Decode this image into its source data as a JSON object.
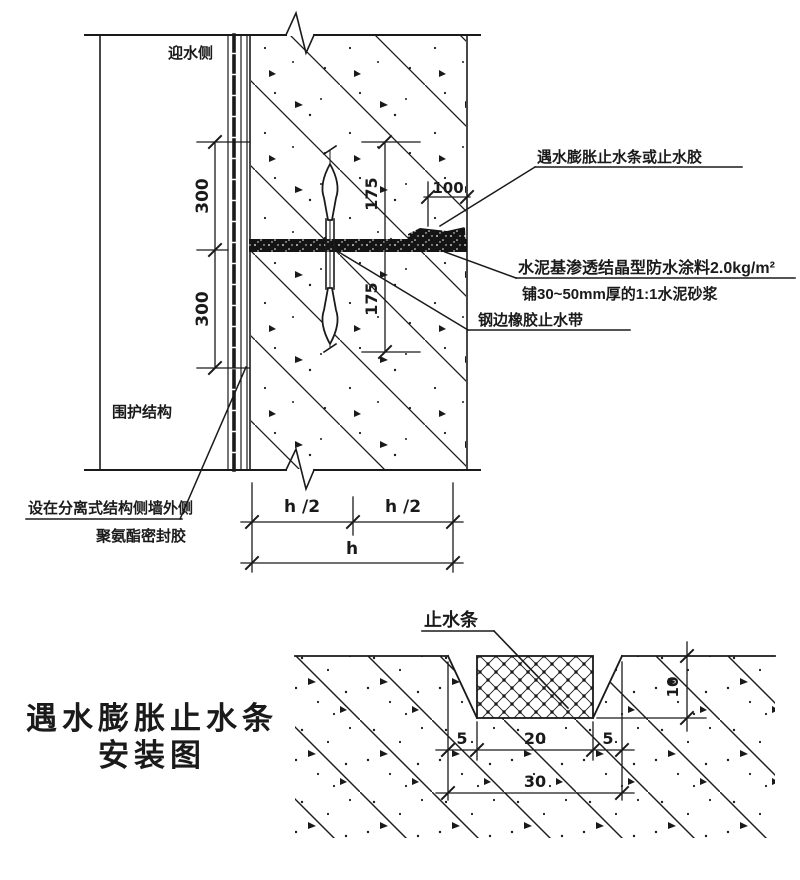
{
  "title": {
    "line1": "遇水膨胀止水条",
    "line2": "安装图"
  },
  "top_diagram": {
    "labels": {
      "water_side": "迎水侧",
      "enclosure": "围护结构",
      "swelling_strip": "遇水膨胀止水条或止水胶",
      "coating": "水泥基渗透结晶型防水涂料2.0kg/m²",
      "mortar": "铺30~50mm厚的1:1水泥砂浆",
      "steel_edge_waterstop": "钢边橡胶止水带",
      "sealant_line1": "设在分离式结构侧墙外侧",
      "sealant_line2": "聚氨酯密封胶"
    },
    "dims": {
      "d300_top": "300",
      "d300_bottom": "300",
      "d175_top": "175",
      "d175_bottom": "175",
      "d100": "100",
      "h_half_left": "h /2",
      "h_half_right": "h /2",
      "h_total": "h"
    }
  },
  "bottom_diagram": {
    "labels": {
      "strip": "止水条"
    },
    "dims": {
      "d10": "10",
      "d5_left": "5",
      "d20": "20",
      "d5_right": "5",
      "d30": "30"
    }
  },
  "colors": {
    "ink": "#1a1a1a",
    "background": "#ffffff"
  }
}
